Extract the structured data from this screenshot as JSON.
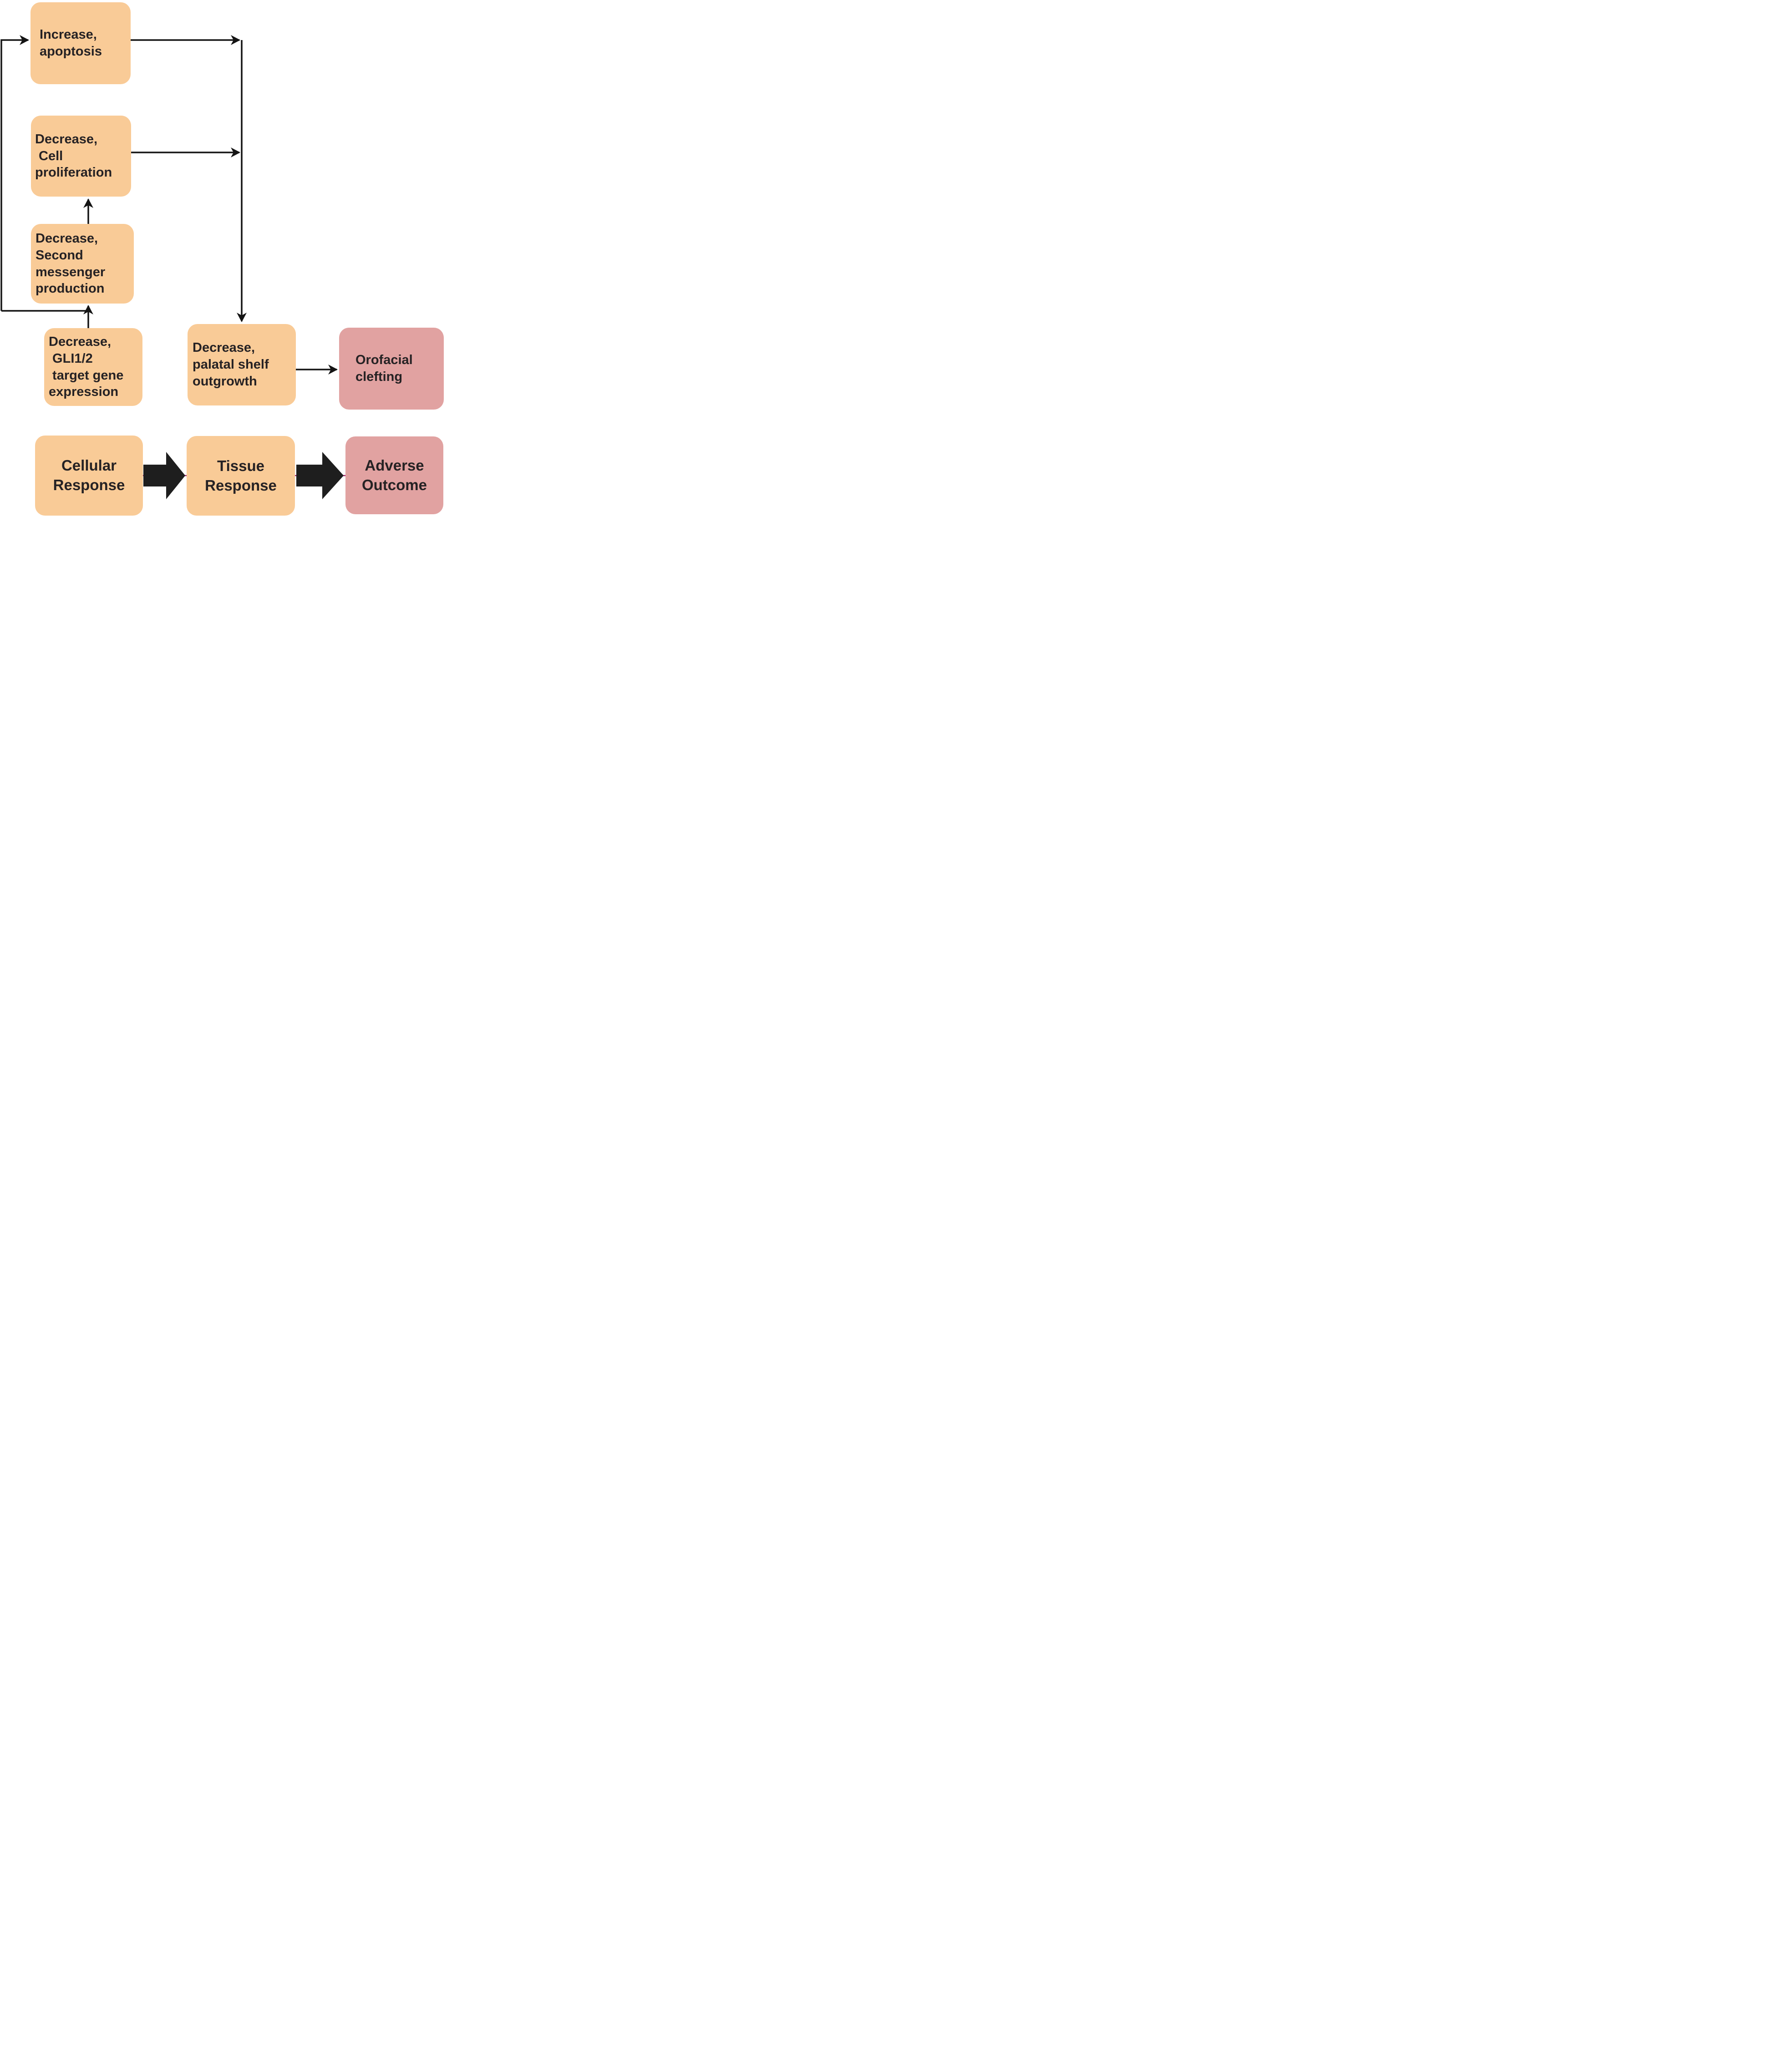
{
  "colors": {
    "node_fill_orange": "#F9CB97",
    "node_fill_pink": "#E1A2A1",
    "line": "#141414",
    "block_arrow": "#1E1E1E",
    "connector_magenta": "#A21E68",
    "text": "#262224",
    "background": "#FFFFFF"
  },
  "nodes": {
    "increase_apoptosis": {
      "label": "Increase,\napoptosis"
    },
    "cell_proliferation": {
      "label": "Decrease,\n Cell\nproliferation"
    },
    "second_messenger": {
      "label": "Decrease,\nSecond\nmessenger\nproduction"
    },
    "gli_target_gene": {
      "label": "Decrease,\n GLI1/2\n target gene\nexpression"
    },
    "palatal_shelf": {
      "label": "Decrease,\npalatal shelf\noutgrowth"
    },
    "orofacial_clefting": {
      "label": "Orofacial\nclefting"
    },
    "cellular_response": {
      "label": "Cellular\nResponse"
    },
    "tissue_response": {
      "label": "Tissue\nResponse"
    },
    "adverse_outcome": {
      "label": "Adverse\nOutcome"
    }
  },
  "edges": [
    {
      "from": "gli_target_gene",
      "to": "second_messenger",
      "style": "thin-arrow"
    },
    {
      "from": "gli_target_gene",
      "to": "increase_apoptosis",
      "style": "thin-arrow",
      "route": "left-side-loop"
    },
    {
      "from": "second_messenger",
      "to": "cell_proliferation",
      "style": "thin-arrow"
    },
    {
      "from": "increase_apoptosis",
      "to": "palatal_shelf",
      "style": "thin-arrow",
      "route": "right-trunk"
    },
    {
      "from": "cell_proliferation",
      "to": "palatal_shelf",
      "style": "thin-arrow",
      "route": "right-trunk"
    },
    {
      "from": "palatal_shelf",
      "to": "orofacial_clefting",
      "style": "thin-arrow"
    },
    {
      "from": "cellular_response",
      "to": "tissue_response",
      "style": "block-arrow"
    },
    {
      "from": "tissue_response",
      "to": "adverse_outcome",
      "style": "block-arrow"
    }
  ]
}
